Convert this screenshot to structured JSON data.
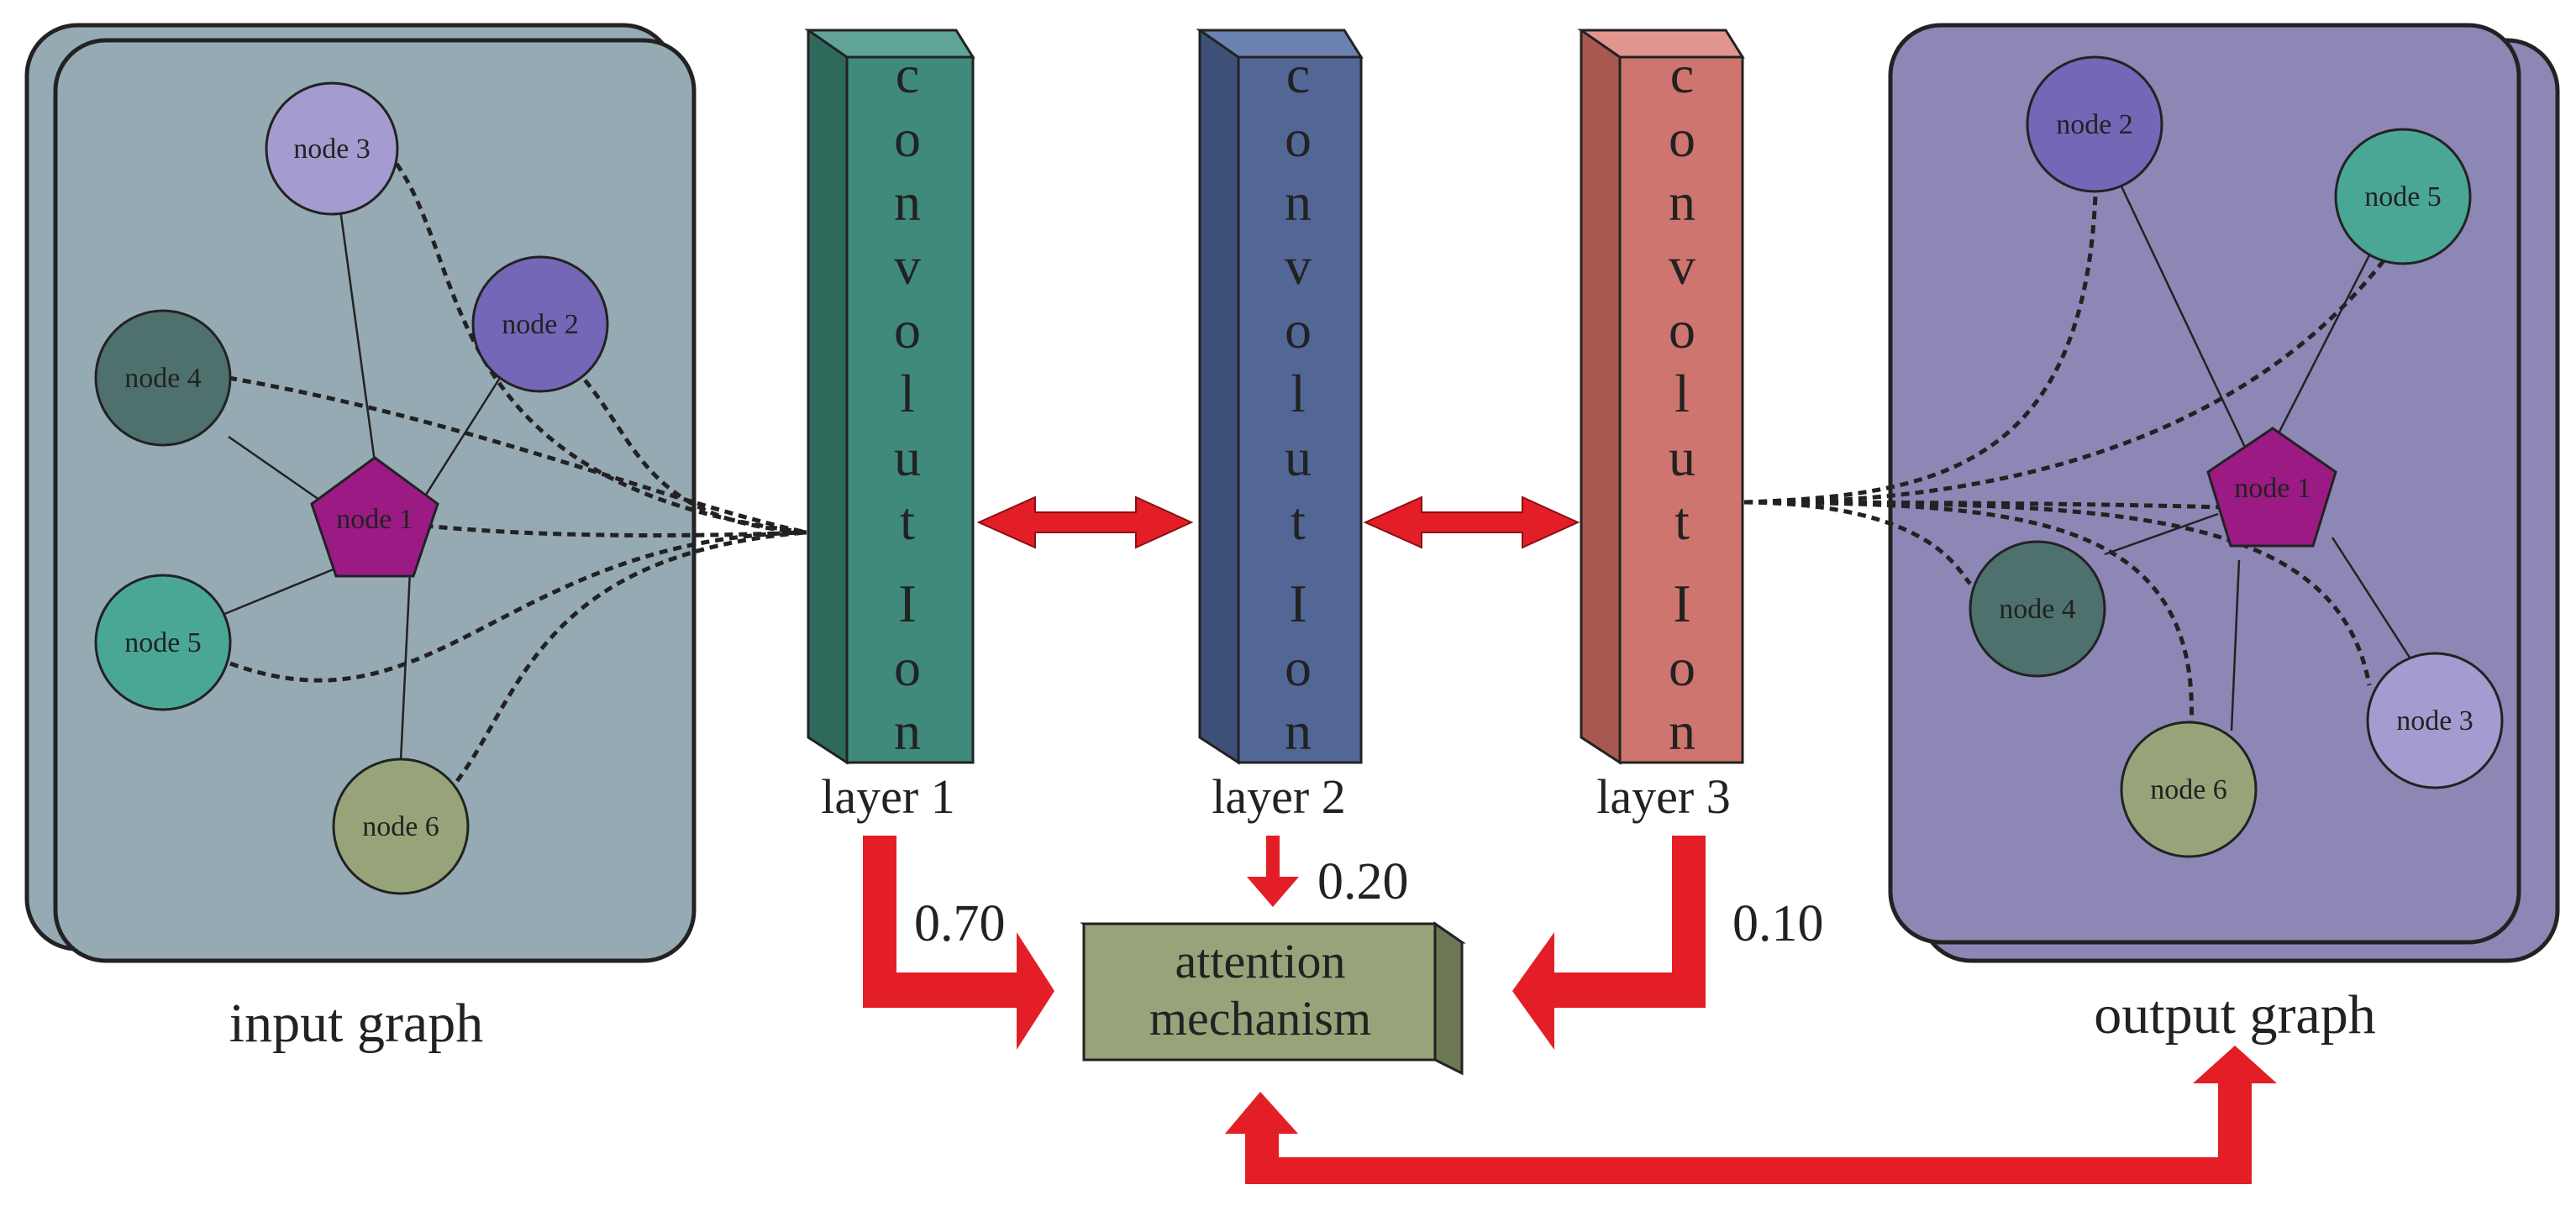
{
  "input_graph": {
    "label": "input graph",
    "nodes": [
      {
        "id": "n3",
        "label": "node 3",
        "color": "#a49cd0"
      },
      {
        "id": "n2",
        "label": "node 2",
        "color": "#7467b8"
      },
      {
        "id": "n4",
        "label": "node 4",
        "color": "#4e716d"
      },
      {
        "id": "n1",
        "label": "node 1",
        "color": "#9c1a84"
      },
      {
        "id": "n5",
        "label": "node 5",
        "color": "#4aa795"
      },
      {
        "id": "n6",
        "label": "node 6",
        "color": "#97a47a"
      }
    ]
  },
  "output_graph": {
    "label": "output graph",
    "nodes": [
      {
        "id": "n2",
        "label": "node 2",
        "color": "#7467b8"
      },
      {
        "id": "n5",
        "label": "node 5",
        "color": "#4aa795"
      },
      {
        "id": "n1",
        "label": "node 1",
        "color": "#9c1a84"
      },
      {
        "id": "n4",
        "label": "node 4",
        "color": "#4e716d"
      },
      {
        "id": "n3",
        "label": "node 3",
        "color": "#a49cd0"
      },
      {
        "id": "n6",
        "label": "node 6",
        "color": "#97a47a"
      }
    ]
  },
  "layers": [
    {
      "label": "layer 1",
      "letters": [
        "c",
        "o",
        "n",
        "v",
        "o",
        "l",
        "u",
        "t",
        "I",
        "o",
        "n"
      ],
      "color": "#3f8a7a",
      "weight": "0.70"
    },
    {
      "label": "layer 2",
      "letters": [
        "c",
        "o",
        "n",
        "v",
        "o",
        "l",
        "u",
        "t",
        "I",
        "o",
        "n"
      ],
      "color": "#526796",
      "weight": "0.20"
    },
    {
      "label": "layer 3",
      "letters": [
        "c",
        "o",
        "n",
        "v",
        "o",
        "l",
        "u",
        "t",
        "I",
        "o",
        "n"
      ],
      "color": "#cd756e",
      "weight": "0.10"
    }
  ],
  "attention": {
    "lines": [
      "attention",
      "mechanism"
    ],
    "color": "#97a47a"
  },
  "colors": {
    "input_panel": "#96aab4",
    "output_panel": "#8d87b5",
    "arrow": "#e41e26"
  }
}
